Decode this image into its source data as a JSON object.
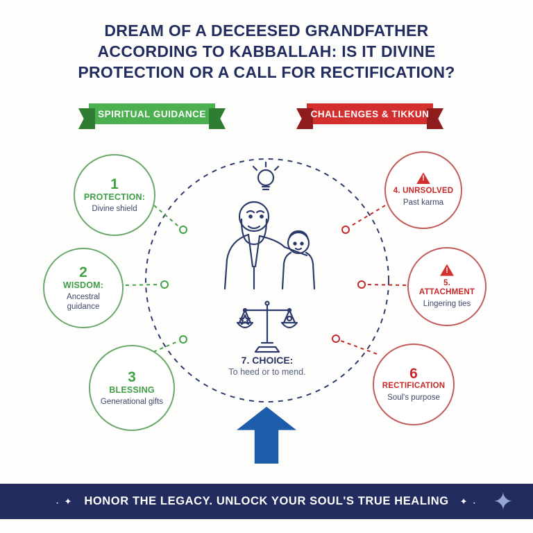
{
  "title": {
    "line1": "DREAM OF A DECEESED GRANDFATHER",
    "line2": "ACCORDING TO KABBALLAH: IS IT DIVINE",
    "line3": "PROTECTION OR A CALL FOR RECTIFICATION?"
  },
  "ribbons": {
    "left": "SPIRITUAL GUIDANCE",
    "right": "CHALLENGES & TIKKUN"
  },
  "nodes": {
    "left": [
      {
        "number": "1",
        "title": "PROTECTION:",
        "subtitle": "Divine shield"
      },
      {
        "number": "2",
        "title": "WISDOM:",
        "subtitle": "Ancestral guidance"
      },
      {
        "number": "3",
        "title": "BLESSING",
        "subtitle": "Generational gifts"
      }
    ],
    "right": [
      {
        "icon": "warning-triangle",
        "title": "4. UNRSOLVED",
        "subtitle": "Past karma"
      },
      {
        "icon": "warning-triangle",
        "title": "5. ATTACHMENT",
        "subtitle": "Lingering ties"
      },
      {
        "number": "6",
        "title": "RECTIFICATION",
        "subtitle": "Soul's purpose"
      }
    ]
  },
  "center": {
    "title": "7. CHOICE:",
    "subtitle": "To heed or to mend."
  },
  "footer": {
    "text": "HONOR THE LEGACY. UNLOCK YOUR SOUL'S TRUE HEALING",
    "sparkle_left": "˖ ✦",
    "sparkle_right": "✦ ˖",
    "corner_star": "✦"
  },
  "colors": {
    "navy": "#222c5e",
    "green": "#43a047",
    "red": "#c62828",
    "arrow_blue": "#1c5cab",
    "line_art": "#2c3a6b"
  }
}
